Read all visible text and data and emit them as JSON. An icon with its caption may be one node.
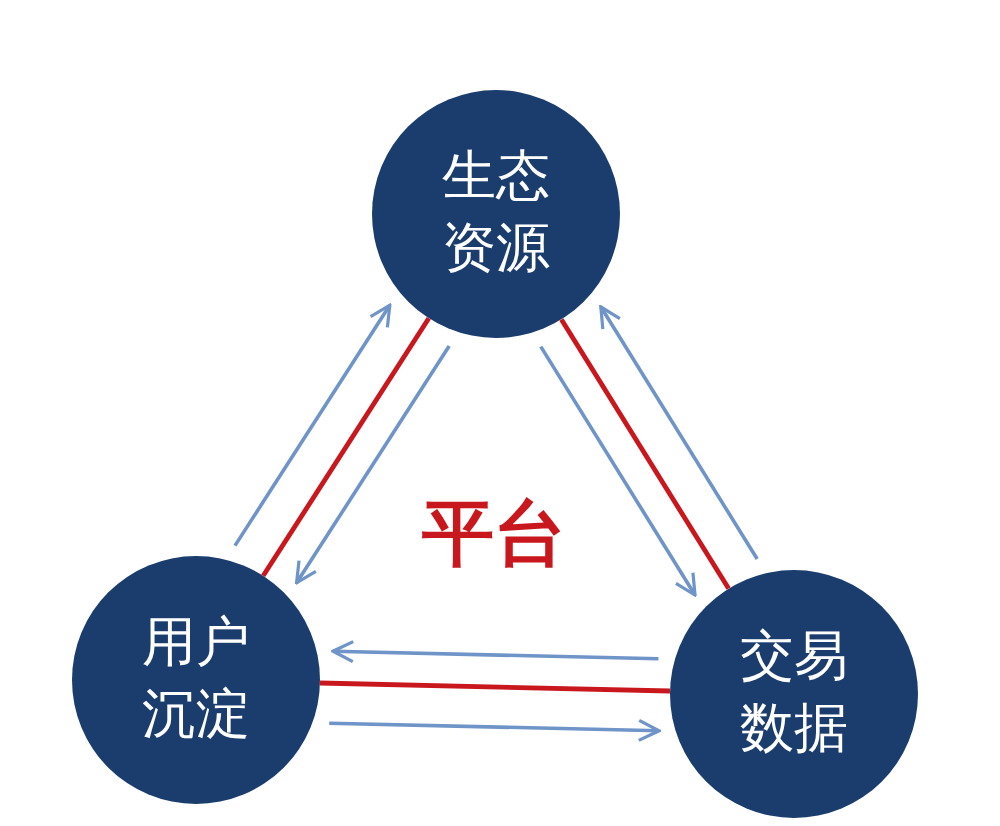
{
  "diagram": {
    "nodes": [
      {
        "text": [
          "生态资源"
        ]
      },
      {
        "text": [
          "用户沉淀"
        ]
      },
      {
        "text": [
          "交易数据"
        ]
      }
    ],
    "edges": [
      {
        "from": 0,
        "to": 1,
        "arrow": "none",
        "color": "#c8181e"
      },
      {
        "from": 0,
        "to": 2,
        "arrow": "none",
        "color": "#c8181e"
      },
      {
        "from": 1,
        "to": 2,
        "arrow": "none",
        "color": "#c8181e"
      },
      {
        "from": 1,
        "to": 0,
        "arrow": "to"
      },
      {
        "from": 0,
        "to": 1,
        "arrow": "to"
      },
      {
        "from": 2,
        "to": 0,
        "arrow": "to"
      },
      {
        "from": 0,
        "to": 2,
        "arrow": "to"
      },
      {
        "from": 2,
        "to": 1,
        "arrow": "to"
      },
      {
        "from": 1,
        "to": 2,
        "arrow": "to"
      }
    ],
    "labels": [
      "平台"
    ]
  }
}
